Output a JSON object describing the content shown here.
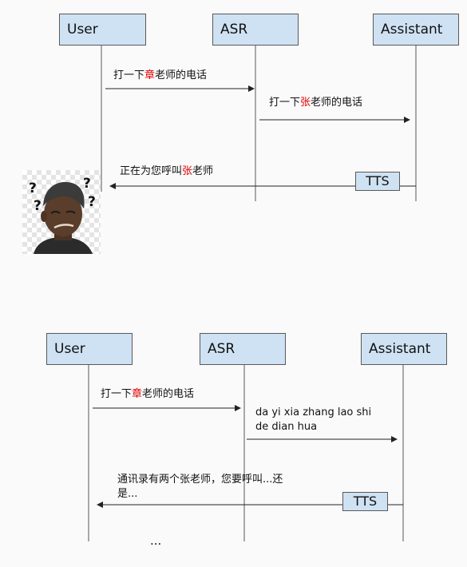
{
  "diagram1": {
    "actors": {
      "user": "User",
      "asr": "ASR",
      "assistant": "Assistant"
    },
    "msg1": {
      "pre": "打一下",
      "hl": "章",
      "post": "老师的电话"
    },
    "msg2": {
      "pre": "打一下",
      "hl": "张",
      "post": "老师的电话"
    },
    "msg3": {
      "pre": "正在为您呼叫",
      "hl": "张",
      "post": "老师"
    },
    "tts": "TTS",
    "confused_marks": [
      "?",
      "?",
      "?",
      "?"
    ]
  },
  "diagram2": {
    "actors": {
      "user": "User",
      "asr": "ASR",
      "assistant": "Assistant"
    },
    "msg1": {
      "pre": "打一下",
      "hl": "章",
      "post": "老师的电话"
    },
    "msg2": {
      "line1": "da yi xia zhang lao shi",
      "line2": "de dian hua"
    },
    "msg3": {
      "line1": "通讯录有两个张老师，您要呼叫...还",
      "line2": "是..."
    },
    "tts": "TTS",
    "ellipsis": "..."
  },
  "colors": {
    "actor_fill": "#cfe2f3",
    "highlight": "#e00000"
  }
}
